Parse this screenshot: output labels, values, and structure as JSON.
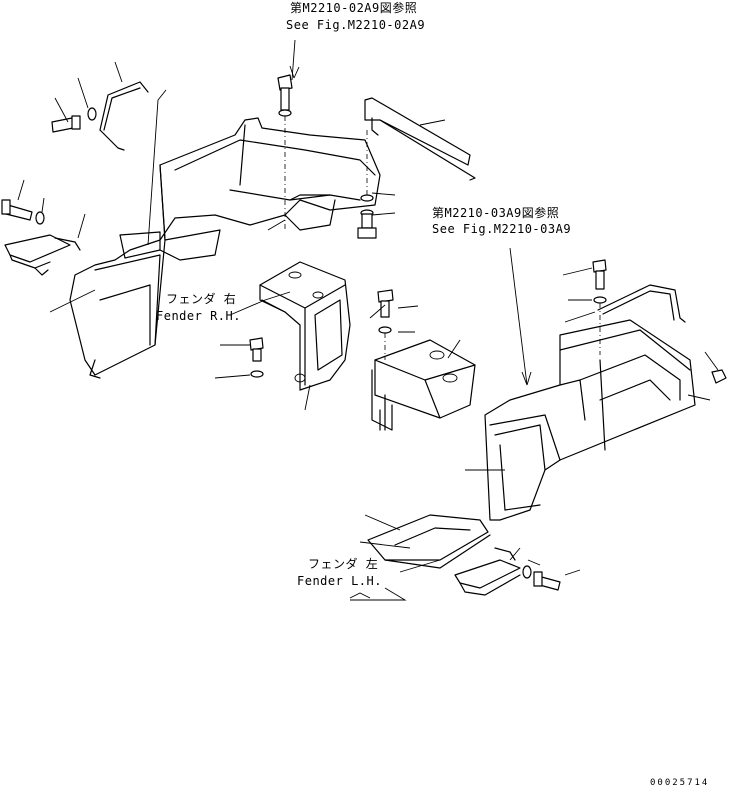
{
  "references": {
    "top": {
      "jp": "第M2210-02A9図参照",
      "en": "See Fig.M2210-02A9"
    },
    "right": {
      "jp": "第M2210-03A9図参照",
      "en": "See Fig.M2210-03A9"
    }
  },
  "labels": {
    "fender_rh": {
      "jp": "フェンダ 右",
      "en": "Fender R.H."
    },
    "fender_lh": {
      "jp": "フェンダ 左",
      "en": "Fender L.H."
    }
  },
  "drawing_code": "00025714"
}
